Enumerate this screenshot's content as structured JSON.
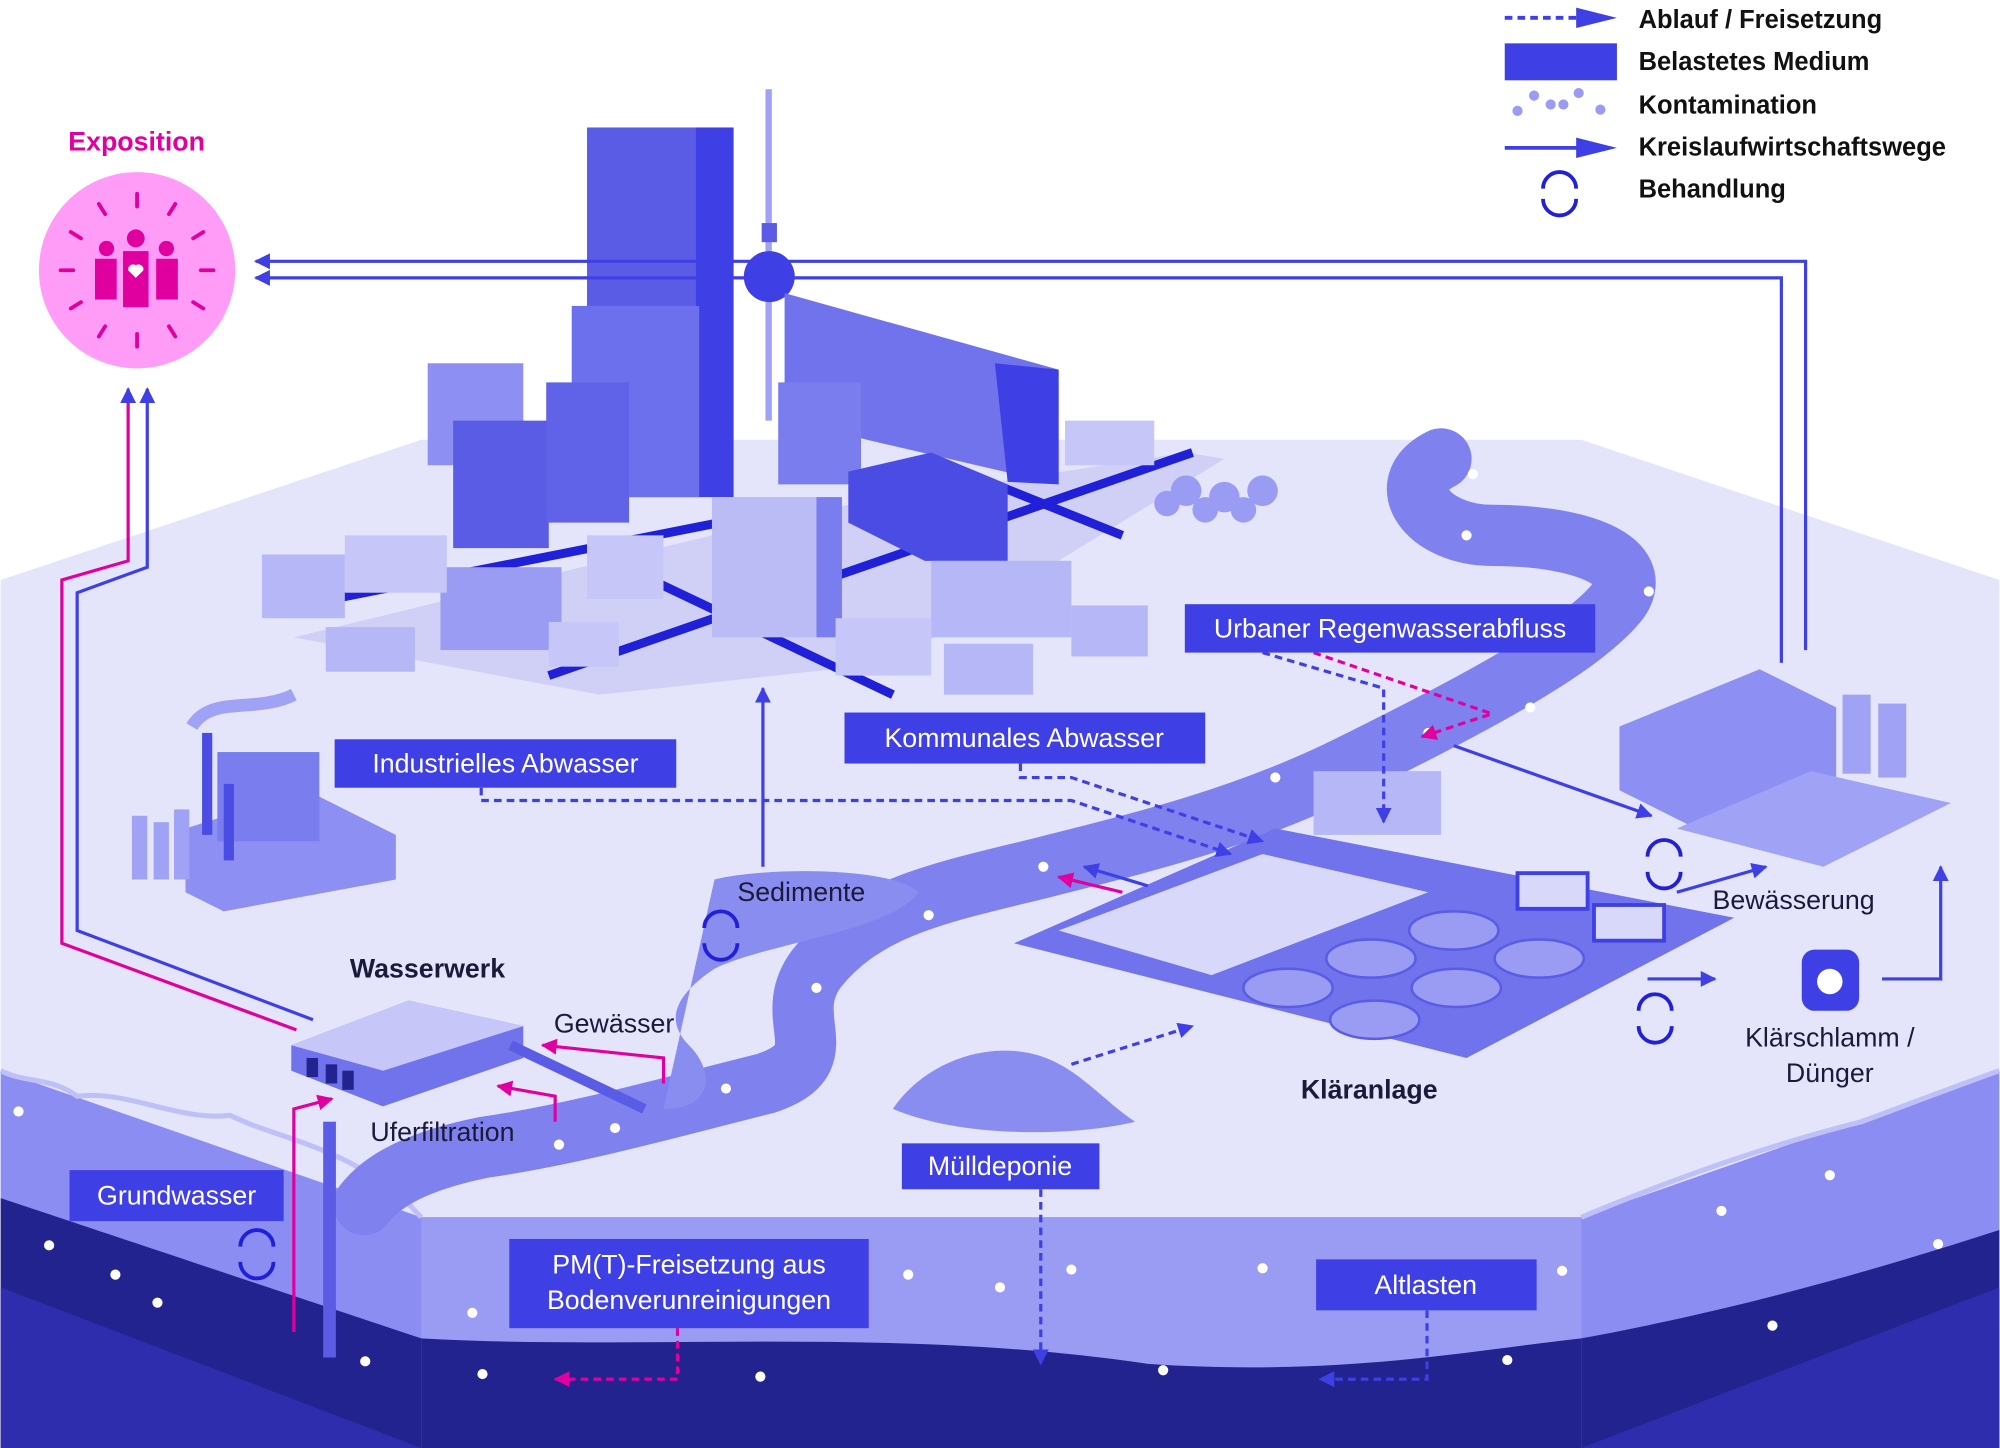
{
  "legend": {
    "items": [
      {
        "label": "Ablauf / Freisetzung",
        "icon": "dashed-arrow"
      },
      {
        "label": "Belastetes Medium",
        "icon": "filled-rectangle"
      },
      {
        "label": "Kontamination",
        "icon": "dots"
      },
      {
        "label": "Kreislaufwirtschaftswege",
        "icon": "solid-arrow"
      },
      {
        "label": "Behandlung",
        "icon": "cycle-arrows"
      }
    ]
  },
  "exposition": {
    "title": "Exposition",
    "icon": "people-heart-icon"
  },
  "labels": {
    "urban_runoff": "Urbaner Regenwasserabfluss",
    "municipal_wastewater": "Kommunales Abwasser",
    "industrial_wastewater": "Industrielles Abwasser",
    "sediments": "Sedimente",
    "waterworks": "Wasserwerk",
    "surface_water": "Gewässer",
    "bank_filtration": "Uferfiltration",
    "groundwater": "Grundwasser",
    "landfill": "Mülldeponie",
    "soil_release_1": "PM(T)-Freisetzung aus",
    "soil_release_2": "Bodenverunreinigungen",
    "contaminated_sites": "Altlasten",
    "treatment_plant": "Kläranlage",
    "irrigation": "Bewässerung",
    "sludge_1": "Klärschlamm /",
    "sludge_2": "Dünger"
  },
  "colors": {
    "primary": "#3f3fe6",
    "pink": "#e0009f",
    "pink_light": "#ff9cf8",
    "surface": "#dcdcf8",
    "river": "#7f82ee",
    "groundwater_dark": "#23238f"
  }
}
